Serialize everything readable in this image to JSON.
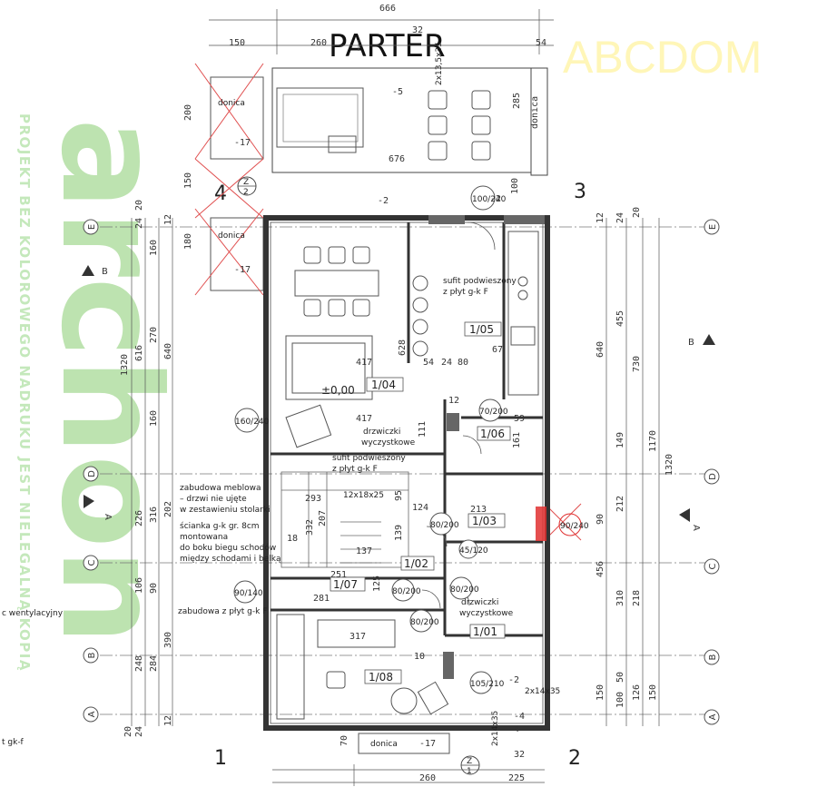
{
  "title": "PARTER",
  "brand": "ABCDOM",
  "watermark": {
    "logo": "archon",
    "vertical_text": "PROJEKT BEZ KOLOROWEGO NADRUKU JEST NIELEGALNĄ KOPIĄ",
    "color": "#bde3b0"
  },
  "colors": {
    "wall": "#333333",
    "cross": "#e05050",
    "fire": "#e03030",
    "grid": "#777777"
  },
  "quadrants": {
    "q1": "1",
    "q2": "2",
    "q3": "3",
    "q4": "4"
  },
  "axes": {
    "A": "A",
    "B": "B",
    "C": "C",
    "D": "D",
    "E": "E"
  },
  "section_marks": {
    "left": "B",
    "right": "B",
    "a1": "A",
    "a2": "A"
  },
  "rooms": {
    "r1_01": "1/01",
    "r1_02": "1/02",
    "r1_03": "1/03",
    "r1_04": "1/04",
    "r1_05": "1/05",
    "r1_06": "1/06",
    "r1_07": "1/07",
    "r1_08": "1/08"
  },
  "labels": {
    "donica": "donica",
    "sufit1": "sufit podwieszony",
    "sufit2": "z płyt g-k F",
    "drzwiczki1": "drzwiczki",
    "drzwiczki2": "wyczystkowe",
    "zabudowa1": "zabudowa meblowa",
    "zabudowa2": "– drzwi nie ujęte",
    "zabudowa3": "w zestawieniu stolarki",
    "scianka1": "ścianka g-k gr. 8cm",
    "scianka2": "montowana",
    "scianka3": "do boku biegu schodów",
    "scianka4": "między schodami i belką",
    "zabudowa_plyt": "zabudowa z płyt g-k F",
    "wentylacyjny": "c wentylacyjny",
    "gkf": "t gk-f",
    "level": "±0,00",
    "stairs": "12x18x25",
    "slope1": "2x13,5x35",
    "slope2": "2x14x35",
    "slope3": "2x14x35"
  },
  "dims": {
    "top_total": "666",
    "top_32": "32",
    "top_150": "150",
    "top_260": "260",
    "top_54": "54",
    "bottom_260": "260",
    "bottom_225": "225",
    "bottom_32": "32",
    "bottom_70": "70",
    "bottom_4": "4",
    "terrace_676": "676",
    "terrace_285": "285",
    "terrace_100": "100",
    "left_200": "200",
    "left_150": "150",
    "left_180": "180",
    "left_616": "616",
    "left_270": "270",
    "left_160a": "160",
    "left_640": "640",
    "left_160b": "160",
    "left_1320": "1320",
    "left_202": "202",
    "left_316": "316",
    "left_226": "226",
    "left_106": "106",
    "left_90": "90",
    "left_248": "248",
    "left_284": "284",
    "left_390": "390",
    "left_24a": "24",
    "left_20a": "20",
    "left_12a": "12",
    "left_24b": "24",
    "left_20b": "20",
    "left_12b": "12",
    "right_640": "640",
    "right_730": "730",
    "right_455": "455",
    "right_149": "149",
    "right_1170": "1170",
    "right_1320": "1320",
    "right_212": "212",
    "right_90": "90",
    "right_456": "456",
    "right_310": "310",
    "right_218": "218",
    "right_150": "150",
    "right_126": "126",
    "right_100": "100",
    "right_50": "50",
    "right_150b": "150",
    "right_24": "24",
    "right_20": "20",
    "right_12": "12",
    "w_417a": "417",
    "w_417b": "417",
    "w_628": "628",
    "w_317": "317",
    "w_293": "293",
    "w_332": "332",
    "w_207": "207",
    "w_137": "137",
    "w_251": "251",
    "w_281": "281",
    "w_213": "213",
    "w_124": "124",
    "w_139": "139",
    "w_125": "125",
    "w_111": "111",
    "w_54": "54",
    "w_24": "24",
    "w_80": "80",
    "w_67": "67",
    "w_12": "12",
    "w_95": "95",
    "w_10": "10",
    "w_18": "18",
    "w_161": "161",
    "w_59": "59",
    "door_100_240": "100/240",
    "door_160_240": "160/240",
    "door_70_200": "70/200",
    "door_80_200a": "80/200",
    "door_80_200b": "80/200",
    "door_80_200c": "80/200",
    "door_80_200d": "80/200",
    "door_90_140": "90/140",
    "door_105_210": "105/210",
    "door_45_120": "45/120",
    "window_90_240": "90/240",
    "lvl_m5": "-5",
    "lvl_m17a": "-17",
    "lvl_m17b": "-17",
    "lvl_m17c": "-17",
    "lvl_m2a": "-2",
    "lvl_m2b": "-2",
    "lvl_m2c": "-2",
    "lvl_m4": "-4"
  }
}
